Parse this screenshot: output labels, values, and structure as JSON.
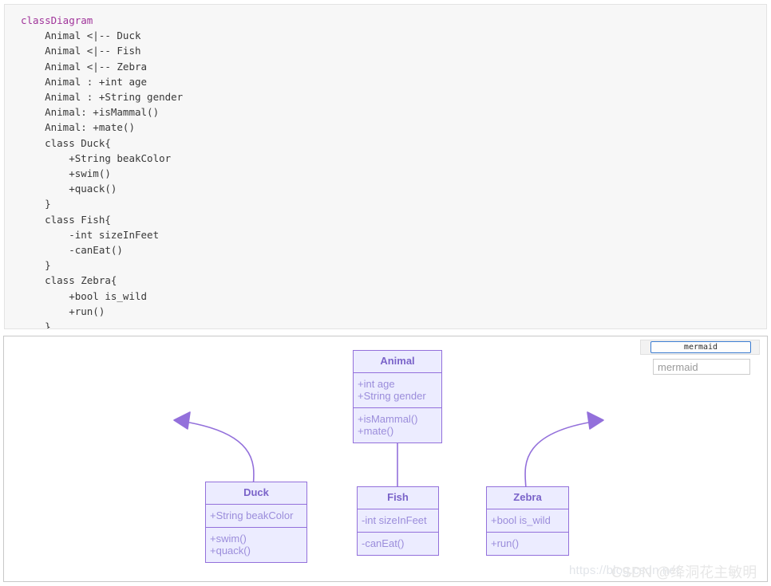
{
  "editor": {
    "language_keyword": "classDiagram",
    "code_lines": [
      "    Animal <|-- Duck",
      "    Animal <|-- Fish",
      "    Animal <|-- Zebra",
      "    Animal : +int age",
      "    Animal : +String gender",
      "    Animal: +isMammal()",
      "    Animal: +mate()",
      "    class Duck{",
      "        +String beakColor",
      "        +swim()",
      "        +quack()",
      "    }",
      "    class Fish{",
      "        -int sizeInFeet",
      "        -canEat()",
      "    }",
      "    class Zebra{",
      "        +bool is_wild",
      "        +run()",
      "    }"
    ]
  },
  "controls": {
    "toolbar_button_label": "mermaid",
    "input_value": "mermaid",
    "input_placeholder": "mermaid"
  },
  "diagram": {
    "type": "uml-class-diagram",
    "colors": {
      "box_border": "#9370db",
      "box_fill": "#ececff",
      "title_text": "#7a63c9",
      "member_text": "#9b8ddb",
      "edge_stroke": "#9370db"
    },
    "classes": [
      {
        "name": "Animal",
        "attributes": [
          "+int age",
          "+String gender"
        ],
        "methods": [
          "+isMammal()",
          "+mate()"
        ]
      },
      {
        "name": "Duck",
        "attributes": [
          "+String beakColor"
        ],
        "methods": [
          "+swim()",
          "+quack()"
        ]
      },
      {
        "name": "Fish",
        "attributes": [
          "-int sizeInFeet"
        ],
        "methods": [
          "-canEat()"
        ]
      },
      {
        "name": "Zebra",
        "attributes": [
          "+bool is_wild"
        ],
        "methods": [
          "+run()"
        ]
      }
    ],
    "relationships": [
      {
        "from": "Duck",
        "to": "Animal",
        "kind": "inheritance"
      },
      {
        "from": "Fish",
        "to": "Animal",
        "kind": "inheritance"
      },
      {
        "from": "Zebra",
        "to": "Animal",
        "kind": "inheritance"
      }
    ]
  },
  "watermark": {
    "url_text": "https://blog.csdn.net",
    "brand_text": "CSDN @绛洞花主敏明"
  }
}
